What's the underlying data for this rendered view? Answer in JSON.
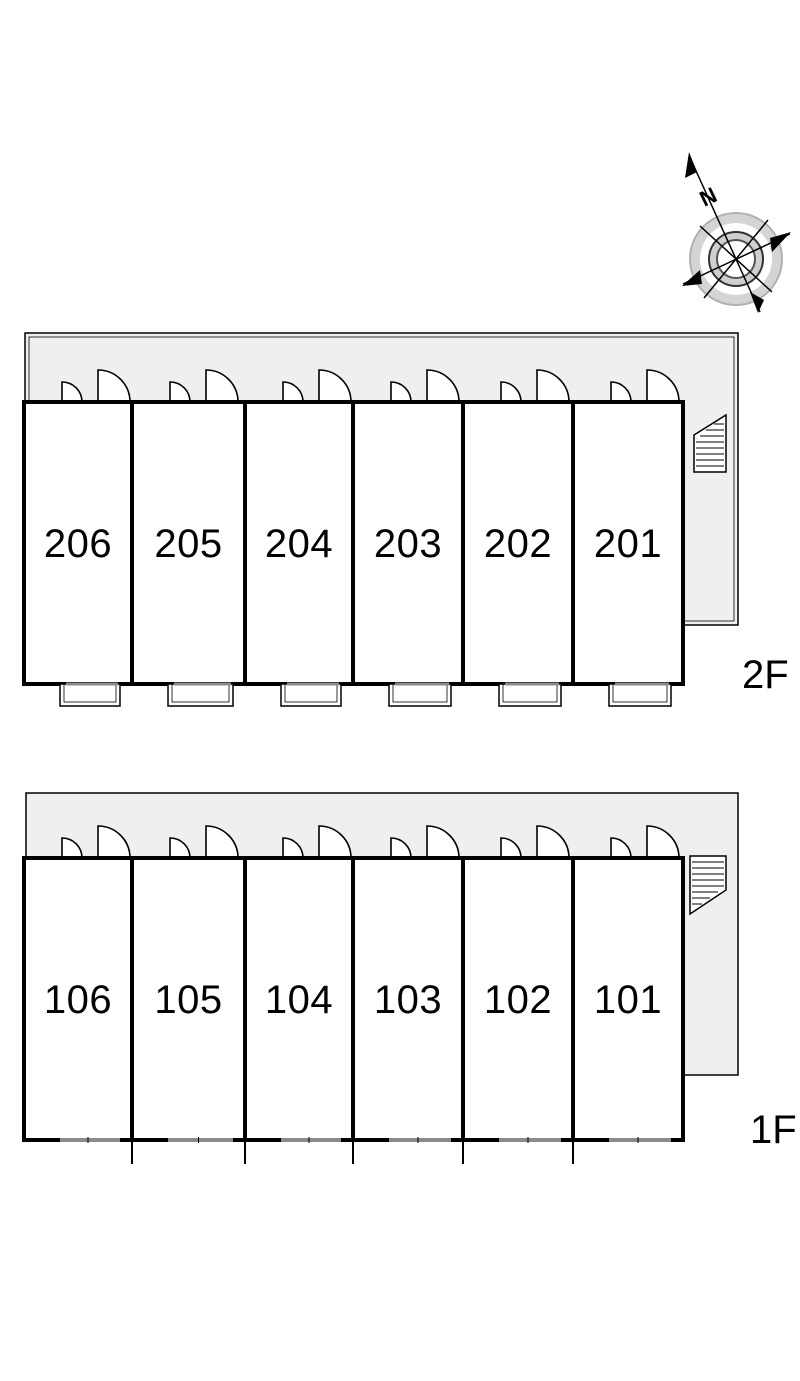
{
  "compass": {
    "letter": "N",
    "icon": "north-arrow-compass-icon"
  },
  "floors": [
    {
      "label": "2F",
      "units": [
        "206",
        "205",
        "204",
        "203",
        "202",
        "201"
      ]
    },
    {
      "label": "1F",
      "units": [
        "106",
        "105",
        "104",
        "103",
        "102",
        "101"
      ]
    }
  ],
  "colors": {
    "corridor": "#efefef",
    "wall": "#000000",
    "window": "#8a8a8a"
  }
}
